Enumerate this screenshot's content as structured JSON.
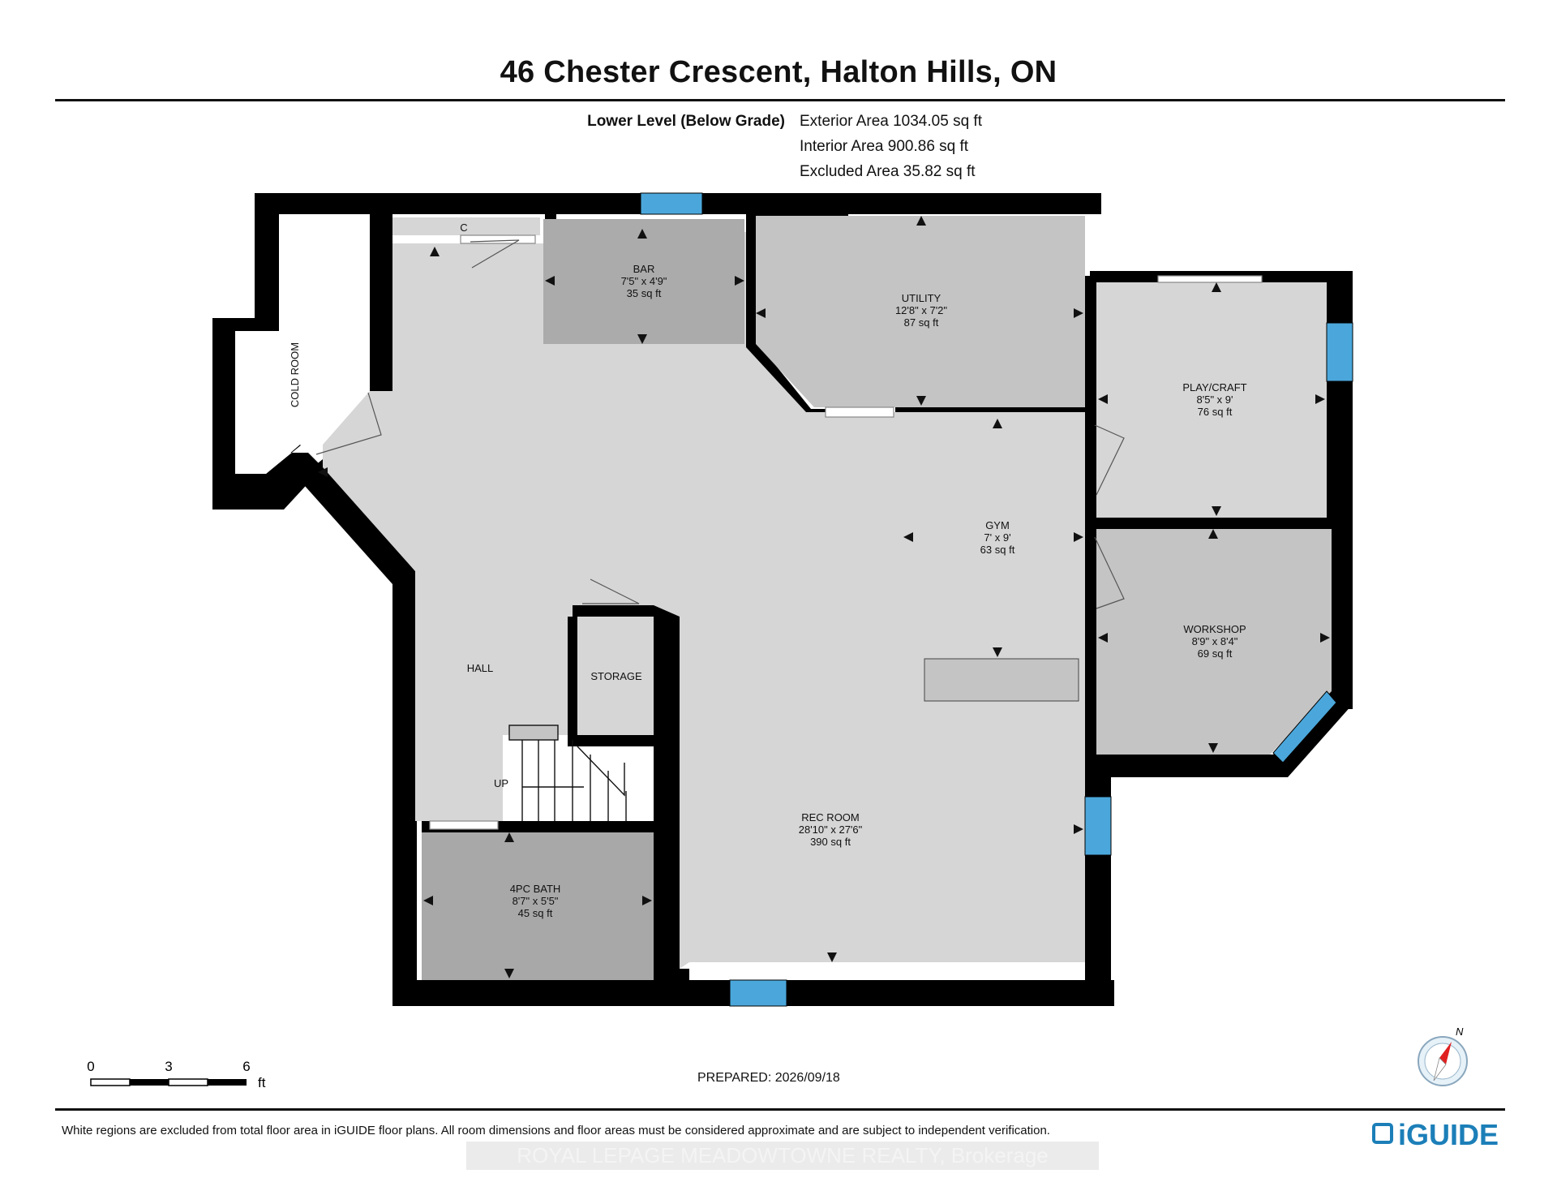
{
  "header": {
    "title": "46 Chester Crescent, Halton Hills, ON"
  },
  "areas": {
    "level": "Lower Level (Below Grade)",
    "lines": [
      "Exterior Area 1034.05 sq ft",
      "Interior Area 900.86 sq ft",
      "Excluded Area 35.82 sq ft"
    ]
  },
  "rooms": {
    "closet": {
      "name": "C"
    },
    "bar": {
      "name": "BAR",
      "dims": "7'5\" x 4'9\"",
      "area": "35 sq ft"
    },
    "utility": {
      "name": "UTILITY",
      "dims": "12'8\" x 7'2\"",
      "area": "87 sq ft"
    },
    "play_craft": {
      "name": "PLAY/CRAFT",
      "dims": "8'5\" x 9'",
      "area": "76 sq ft"
    },
    "cold_room": {
      "name": "COLD ROOM"
    },
    "gym": {
      "name": "GYM",
      "dims": "7' x 9'",
      "area": "63 sq ft"
    },
    "workshop": {
      "name": "WORKSHOP",
      "dims": "8'9\" x 8'4\"",
      "area": "69 sq ft"
    },
    "hall": {
      "name": "HALL"
    },
    "storage": {
      "name": "STORAGE"
    },
    "stairs": {
      "name": "UP"
    },
    "rec_room": {
      "name": "REC ROOM",
      "dims": "28'10\" x 27'6\"",
      "area": "390 sq ft"
    },
    "bath": {
      "name": "4PC BATH",
      "dims": "8'7\" x 5'5\"",
      "area": "45 sq ft"
    }
  },
  "scale_bar": {
    "ticks": [
      "0",
      "3",
      "6"
    ],
    "unit": "ft"
  },
  "compass": {
    "label": "N"
  },
  "prepared": "PREPARED: 2026/09/18",
  "footer": {
    "note": "White regions are excluded from total floor area in iGUIDE floor plans. All room dimensions and floor areas must be considered approximate and are subject to independent verification.",
    "watermark": "ROYAL LEPAGE MEADOWTOWNE REALTY, Brokerage",
    "brand": "iGUIDE"
  },
  "colors": {
    "wall": "#000000",
    "floor": "#d6d6d6",
    "bar_floor": "#ababab",
    "utility_floor": "#c4c4c4",
    "bath_floor": "#a8a8a8",
    "window": "#4ba7db",
    "brand": "#1c7fb8",
    "compass_needle": "#e02020"
  }
}
